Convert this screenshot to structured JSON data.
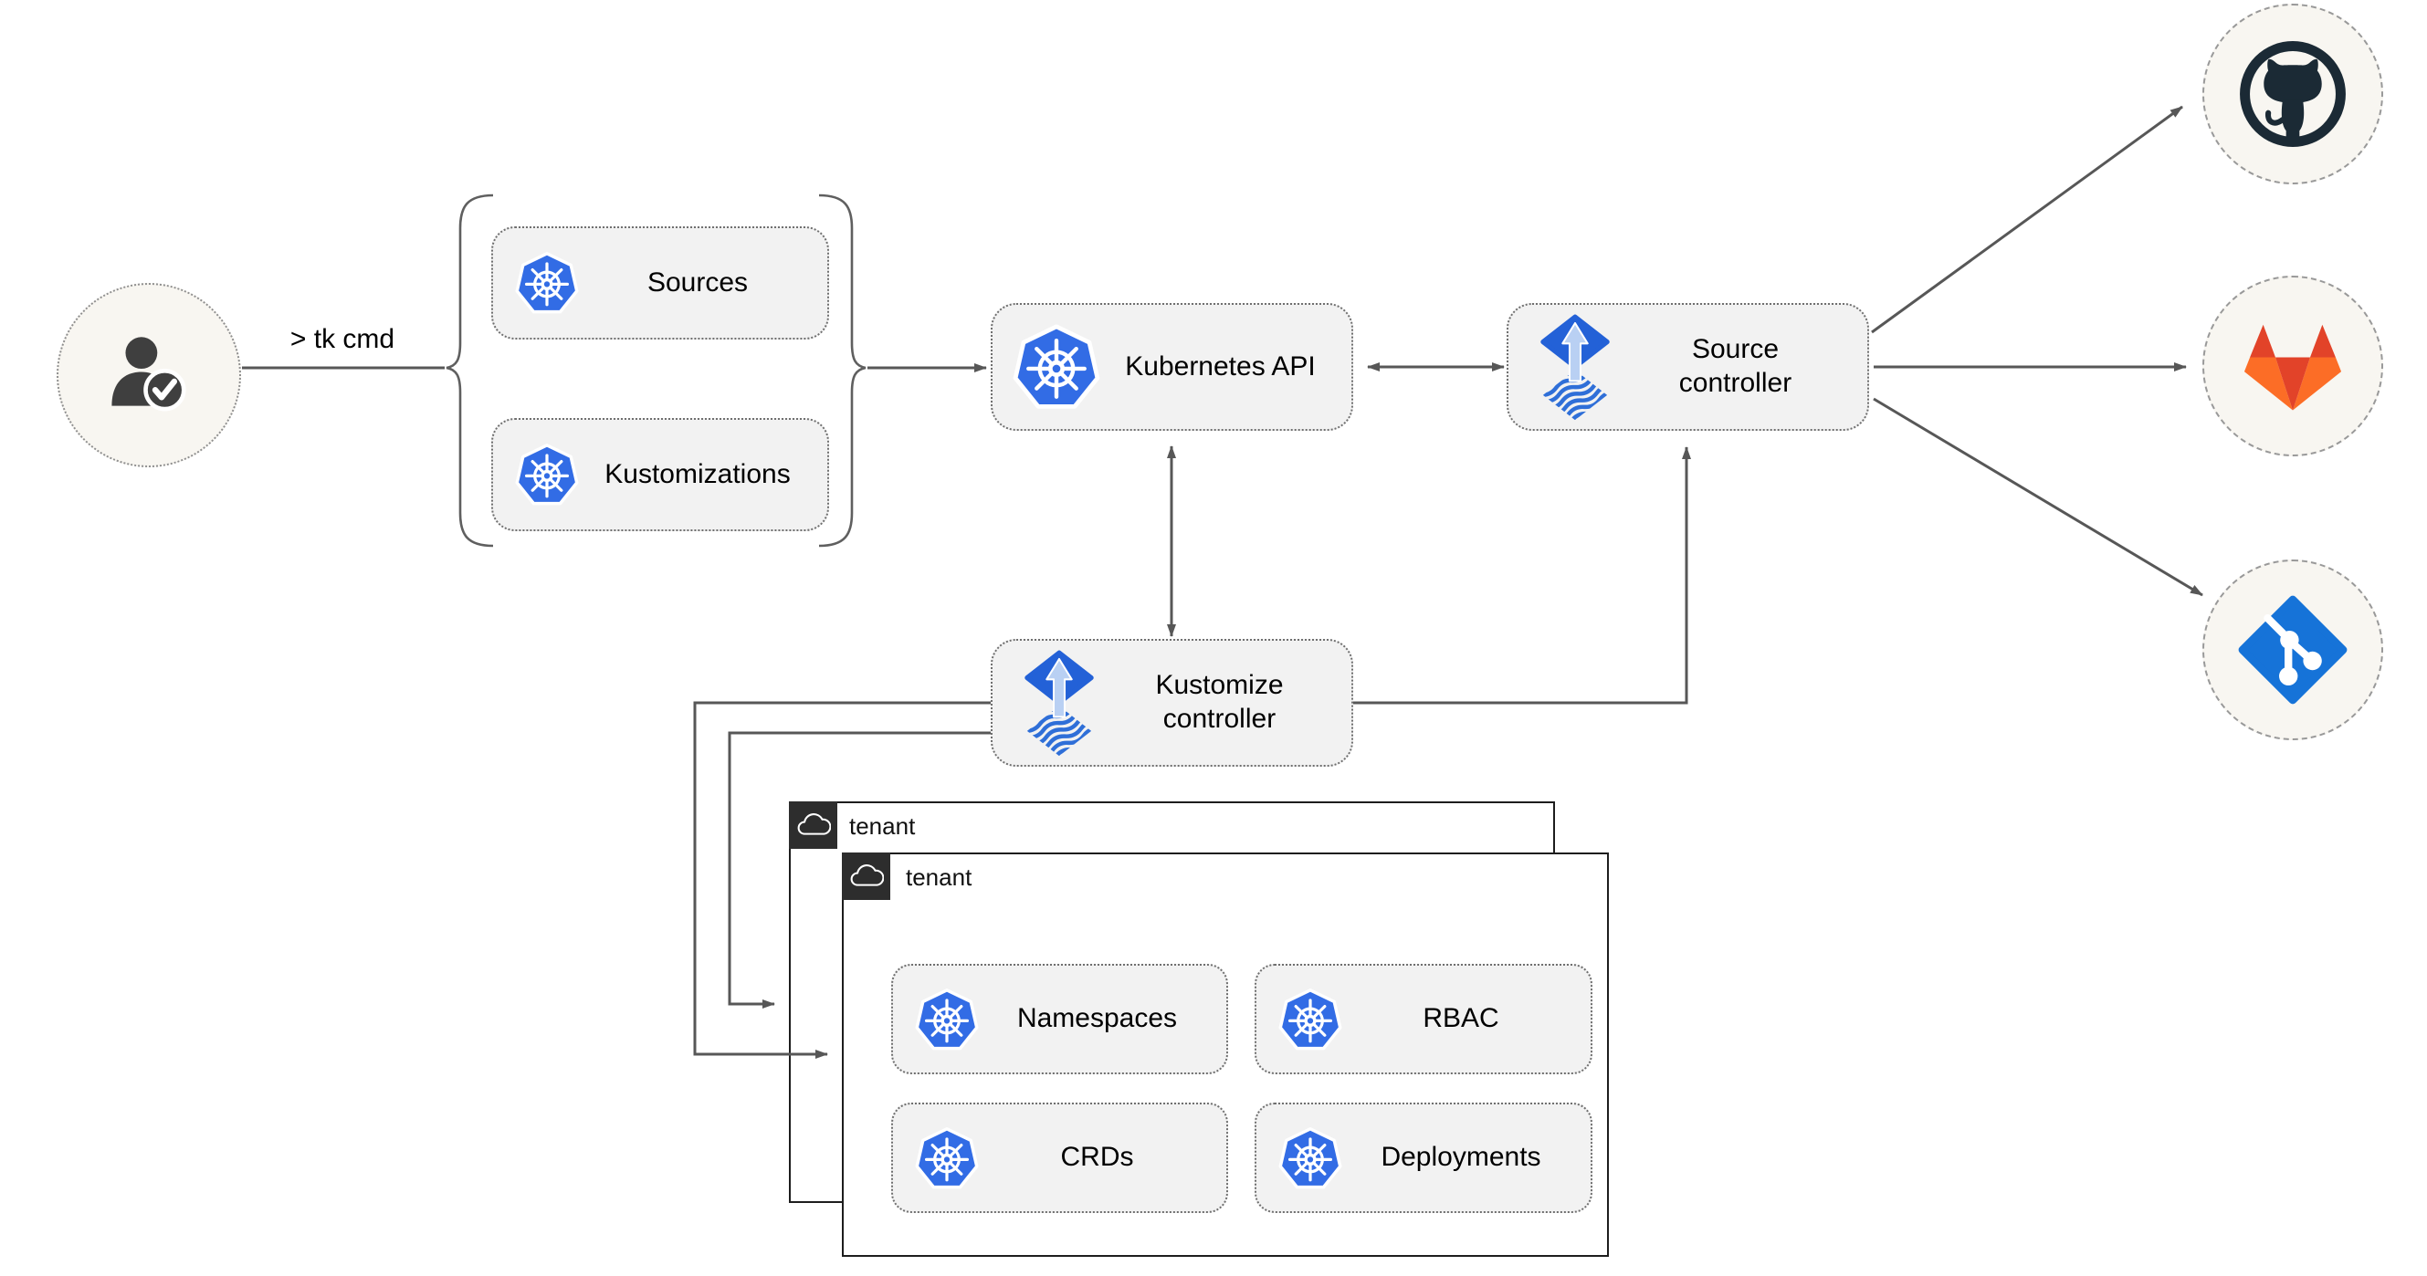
{
  "colors": {
    "line": "#575757",
    "node_fill": "#f2f2f2",
    "node_border": "#6f6f6f",
    "k8s_blue": "#326ce5",
    "flux_blue": "#2361d7",
    "flux_arrow_light": "#b9d0f3",
    "flux_wave": "#2f6fd8",
    "circle_fill": "#f8f6f1",
    "circle_border": "#999999",
    "tenant_border": "#1d1d1d",
    "tenant_tag_bg": "#2d2d2d",
    "github_dark": "#1b2a35",
    "gitlab_red": "#e24329",
    "gitlab_orange": "#fc6d26",
    "git_blue": "#1673d8",
    "person_gray": "#3f3f3f",
    "text": "#000000"
  },
  "diagram": {
    "cli_label": "> tk cmd",
    "user": {
      "icon": "user-verified"
    },
    "nodes": {
      "sources": {
        "label": "Sources",
        "icon": "kubernetes"
      },
      "kustomizations": {
        "label": "Kustomizations",
        "icon": "kubernetes"
      },
      "kubernetes_api": {
        "label": "Kubernetes API",
        "icon": "kubernetes"
      },
      "source_controller": {
        "label": "Source controller",
        "icon": "flux"
      },
      "kustomize_controller": {
        "label": "Kustomize controller",
        "icon": "flux"
      },
      "namespaces": {
        "label": "Namespaces",
        "icon": "kubernetes"
      },
      "rbac": {
        "label": "RBAC",
        "icon": "kubernetes"
      },
      "crds": {
        "label": "CRDs",
        "icon": "kubernetes"
      },
      "deployments": {
        "label": "Deployments",
        "icon": "kubernetes"
      }
    },
    "tenants": {
      "back": {
        "label": "tenant",
        "icon": "cloud"
      },
      "front": {
        "label": "tenant",
        "icon": "cloud"
      }
    },
    "remotes": [
      {
        "name": "github",
        "icon": "github-octocat"
      },
      {
        "name": "gitlab",
        "icon": "gitlab-tanuki"
      },
      {
        "name": "git",
        "icon": "git-branch"
      }
    ]
  }
}
